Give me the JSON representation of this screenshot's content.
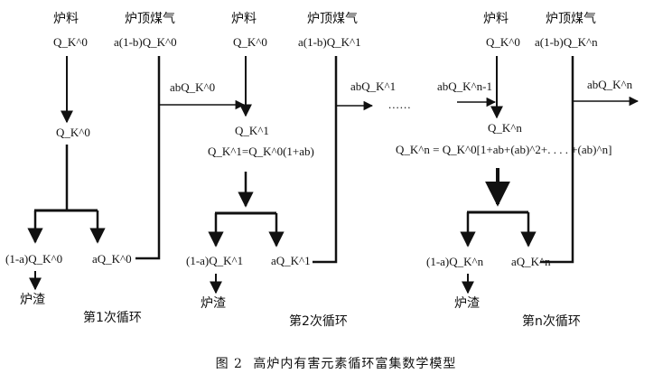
{
  "cycles": [
    {
      "material": "炉料",
      "material_value": "Q_K^0",
      "gas": "炉顶煤气",
      "gas_value": "a(1-b)Q_K^0",
      "mid_value": "Q_K^0",
      "slag_value": "(1-a)Q_K^0",
      "slag": "炉渣",
      "recycle_value": "aQ_K^0",
      "transfer": "abQ_K^0",
      "label": "第1次循环"
    },
    {
      "material": "炉料",
      "material_value": "Q_K^0",
      "gas": "炉顶煤气",
      "gas_value": "a(1-b)Q_K^1",
      "mid_value": "Q_K^1",
      "mid_formula": "Q_K^1=Q_K^0(1+ab)",
      "slag_value": "(1-a)Q_K^1",
      "slag": "炉渣",
      "recycle_value": "aQ_K^1",
      "transfer": "abQ_K^1",
      "label": "第2次循环"
    },
    {
      "material": "炉料",
      "material_value": "Q_K^0",
      "gas": "炉顶煤气",
      "gas_value": "a(1-b)Q_K^n",
      "incoming": "abQ_K^n-1",
      "mid_value": "Q_K^n",
      "mid_formula": "Q_K^n = Q_K^0[1+ab+(ab)^2+. . . . +(ab)^n]",
      "slag_value": "(1-a)Q_K^n",
      "slag": "炉渣",
      "recycle_value": "aQ_K^n",
      "transfer": "abQ_K^n",
      "label": "第n次循环"
    }
  ],
  "ellipsis": "......",
  "caption": {
    "prefix": "图",
    "number": "2",
    "title": "高炉内有害元素循环富集数学模型"
  }
}
